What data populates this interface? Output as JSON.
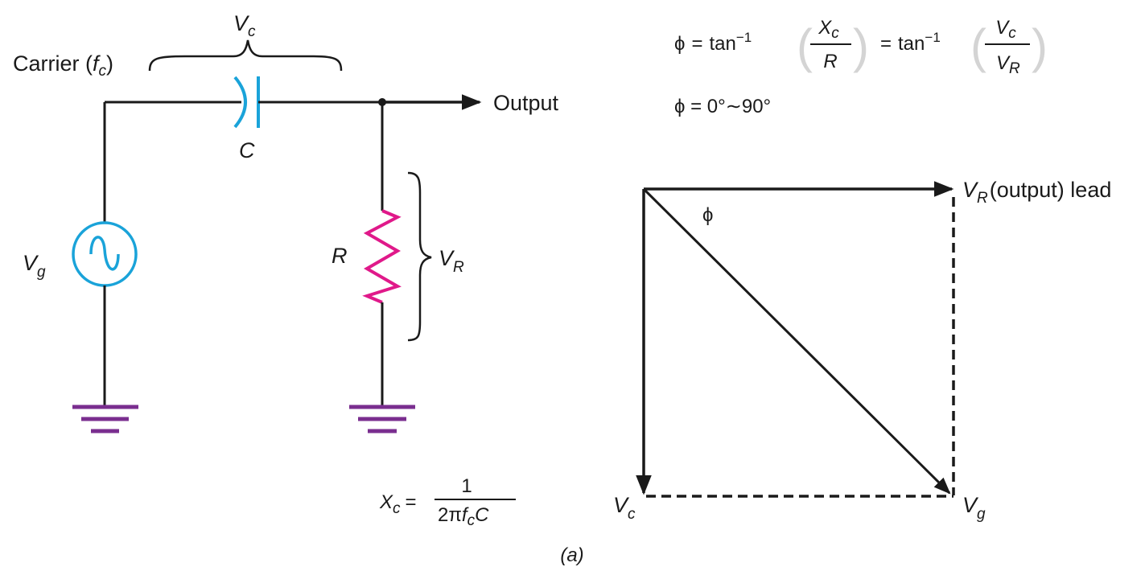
{
  "circuit": {
    "carrier_label": "Carrier (",
    "carrier_sym": "f",
    "carrier_sub": "c",
    "carrier_close": ")",
    "vc_sym": "V",
    "vc_sub": "c",
    "cap_label": "C",
    "output_label": "Output",
    "vg_sym": "V",
    "vg_sub": "g",
    "r_label": "R",
    "vr_sym": "V",
    "vr_sub": "R"
  },
  "xc_formula": {
    "lhs_sym": "X",
    "lhs_sub": "c",
    "equals": "=",
    "numerator": "1",
    "den_prefix": "2",
    "den_pi": "π",
    "den_f": "f",
    "den_sub": "c",
    "den_c": "C"
  },
  "phase_formula": {
    "phi": "ϕ",
    "eq": "=",
    "tan": "tan",
    "inv": "−1",
    "frac1_num_sym": "X",
    "frac1_num_sub": "c",
    "frac1_den": "R",
    "frac2_num_sym": "V",
    "frac2_num_sub": "c",
    "frac2_den_sym": "V",
    "frac2_den_sub": "R",
    "range": "ϕ = 0°∼90°"
  },
  "phasor": {
    "vr_sym": "V",
    "vr_sub": "R",
    "vr_text": "(output) lead",
    "phi": "ϕ",
    "vc_sym": "V",
    "vc_sub": "c",
    "vg_sym": "V",
    "vg_sub": "g"
  },
  "caption": "(a)",
  "colors": {
    "capacitor": "#1aa3d9",
    "source": "#1aa3d9",
    "resistor": "#e0198a",
    "ground": "#7a2e8f",
    "wire": "#1a1a1a"
  }
}
